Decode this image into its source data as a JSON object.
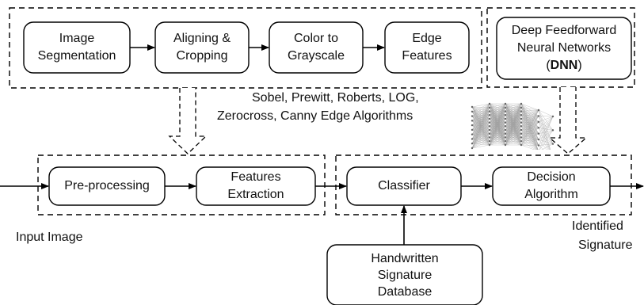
{
  "top_pipeline": {
    "steps": [
      {
        "line1": "Image",
        "line2": "Segmentation"
      },
      {
        "line1": "Aligning &",
        "line2": "Cropping"
      },
      {
        "line1": "Color to",
        "line2": "Grayscale"
      },
      {
        "line1": "Edge",
        "line2": "Features"
      }
    ]
  },
  "dnn": {
    "line1": "Deep Feedforward",
    "line2": "Neural Networks",
    "abbr": "DNN"
  },
  "edge_algorithms": {
    "line1": "Sobel, Prewitt, Roberts, LOG,",
    "line2": "Zerocross, Canny Edge Algorithms"
  },
  "main_pipeline": {
    "preprocessing": "Pre-processing",
    "features_line1": "Features",
    "features_line2": "Extraction",
    "classifier": "Classifier",
    "decision_line1": "Decision",
    "decision_line2": "Algorithm"
  },
  "database": {
    "line1": "Handwritten",
    "line2": "Signature",
    "line3": "Database"
  },
  "input_label": "Input Image",
  "output_label": {
    "line1": "Identified",
    "line2": "Signature"
  }
}
